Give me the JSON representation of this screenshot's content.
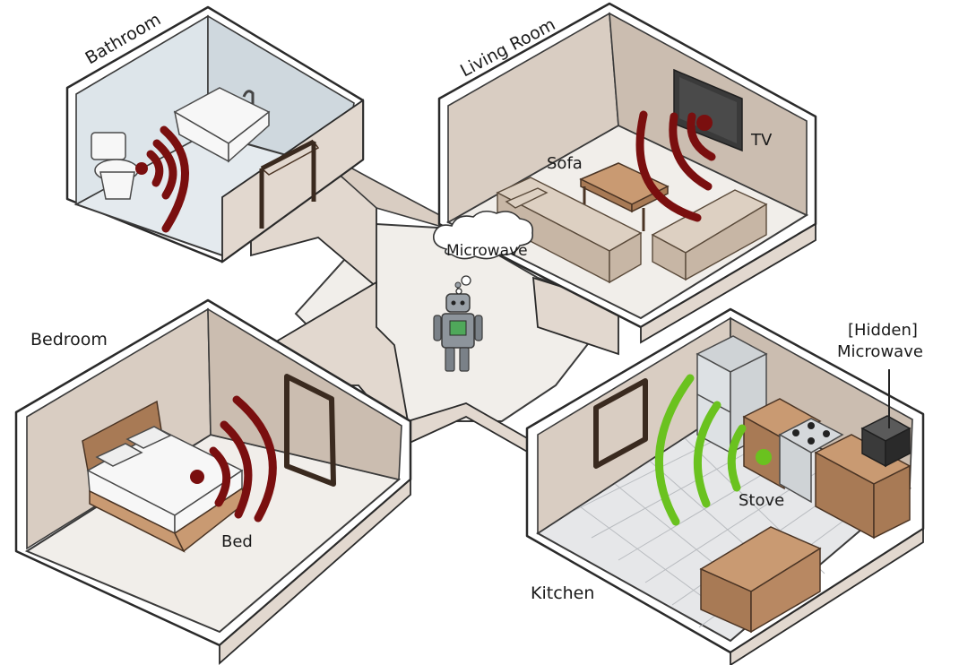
{
  "rooms": {
    "bathroom": "Bathroom",
    "living_room": "Living Room",
    "bedroom": "Bedroom",
    "kitchen": "Kitchen"
  },
  "objects": {
    "sofa": "Sofa",
    "tv": "TV",
    "bed": "Bed",
    "stove": "Stove",
    "hidden_microwave_line1": "[Hidden]",
    "hidden_microwave_line2": "Microwave"
  },
  "robot_thought": "Microwave",
  "colors": {
    "signal_active": "#7a0f0f",
    "signal_target": "#6ac21f",
    "wall": "#d9cdc2",
    "floor": "#f1eeea"
  },
  "icons": {
    "robot": "robot-icon",
    "signal": "wifi-signal-icon",
    "thought": "thought-bubble-icon"
  }
}
